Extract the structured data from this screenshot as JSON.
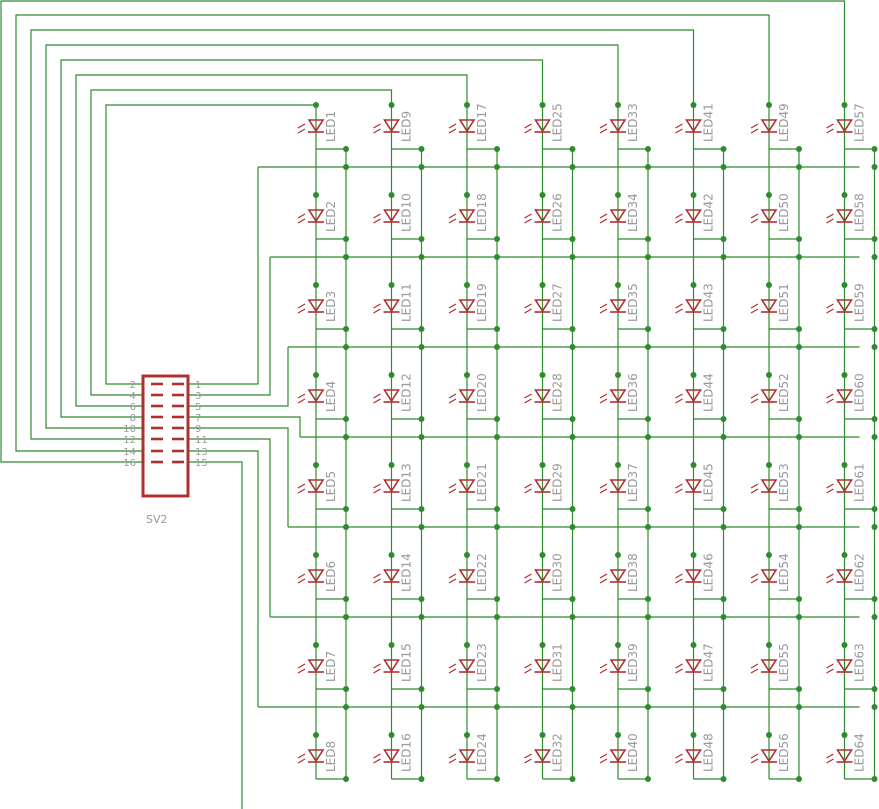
{
  "connector": {
    "name": "SV2",
    "left_pins": [
      "2",
      "4",
      "6",
      "8",
      "10",
      "12",
      "14",
      "16"
    ],
    "right_pins": [
      "1",
      "3",
      "5",
      "7",
      "9",
      "11",
      "13",
      "15"
    ]
  },
  "matrix": {
    "rows": 8,
    "cols": 8,
    "led_labels": [
      [
        "LED1",
        "LED9",
        "LED17",
        "LED25",
        "LED33",
        "LED41",
        "LED49",
        "LED57"
      ],
      [
        "LED2",
        "LED10",
        "LED18",
        "LED26",
        "LED34",
        "LED42",
        "LED50",
        "LED58"
      ],
      [
        "LED3",
        "LED11",
        "LED19",
        "LED27",
        "LED35",
        "LED43",
        "LED51",
        "LED59"
      ],
      [
        "LED4",
        "LED12",
        "LED20",
        "LED28",
        "LED36",
        "LED44",
        "LED52",
        "LED60"
      ],
      [
        "LED5",
        "LED13",
        "LED21",
        "LED29",
        "LED37",
        "LED45",
        "LED53",
        "LED61"
      ],
      [
        "LED6",
        "LED14",
        "LED22",
        "LED30",
        "LED38",
        "LED46",
        "LED54",
        "LED62"
      ],
      [
        "LED7",
        "LED15",
        "LED23",
        "LED31",
        "LED39",
        "LED47",
        "LED55",
        "LED63"
      ],
      [
        "LED8",
        "LED16",
        "LED24",
        "LED32",
        "LED40",
        "LED48",
        "LED56",
        "LED64"
      ]
    ]
  },
  "colors": {
    "wire": "#2e8b2e",
    "component": "#b03030",
    "label": "#9a9a9a",
    "background": "#ffffff"
  }
}
